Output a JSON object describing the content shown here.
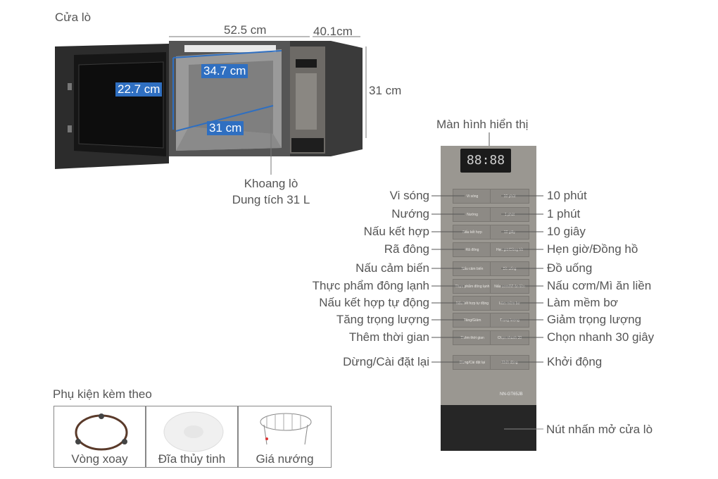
{
  "door_label": "Cửa lò",
  "dimensions": {
    "width": "52.5 cm",
    "depth": "40.1cm",
    "height": "31 cm",
    "cavity_width": "34.7 cm",
    "cavity_height": "22.7 cm",
    "cavity_depth": "31 cm"
  },
  "cavity": {
    "line1": "Khoang lò",
    "line2": "Dung tích 31 L"
  },
  "display_label": "Màn hình hiển thị",
  "display_digits": "88:88",
  "left_labels": [
    "Vi sóng",
    "Nướng",
    "Nấu kết hợp",
    "Rã đông",
    "Nấu cảm biến",
    "Thực phẩm đông lạnh",
    "Nấu kết hợp tự động",
    "Tăng trọng lượng",
    "Thêm thời gian",
    "Dừng/Cài đặt lại"
  ],
  "right_labels": [
    "10 phút",
    "1 phút",
    "10 giây",
    "Hẹn giờ/Đồng hồ",
    "Đồ uống",
    "Nấu cơm/Mì ăn liền",
    "Làm mềm bơ",
    "Giảm trọng lượng",
    "Chọn nhanh 30 giây",
    "Khởi động"
  ],
  "door_button_label": "Nút nhấn mở cửa lò",
  "panel": {
    "model": "NN-GT65JB",
    "left_buttons": [
      "Vi sóng",
      "Nướng",
      "Nấu kết hợp",
      "Rã đông",
      "Nấu cảm biến",
      "Thực phẩm đông lạnh",
      "Nấu kết hợp tự động",
      "Tăng/Giảm",
      "Thêm thời gian",
      "Dừng/Cài đặt lại"
    ],
    "right_buttons": [
      "10 phút",
      "1 phút",
      "10 giây",
      "Hẹn giờ/Đồng hồ",
      "Đồ uống",
      "Nấu cơm/Mì ăn liền",
      "Làm mềm bơ",
      "Trọng lượng",
      "Chọn nhanh 30",
      "Khởi động"
    ]
  },
  "accessories": {
    "title": "Phụ kiện kèm theo",
    "items": [
      "Vòng xoay",
      "Đĩa thủy tinh",
      "Giá nướng"
    ]
  },
  "colors": {
    "badge_blue": "#2f6fc1",
    "panel_grey": "#8d8a85",
    "body_dark": "#2b2b2b"
  }
}
